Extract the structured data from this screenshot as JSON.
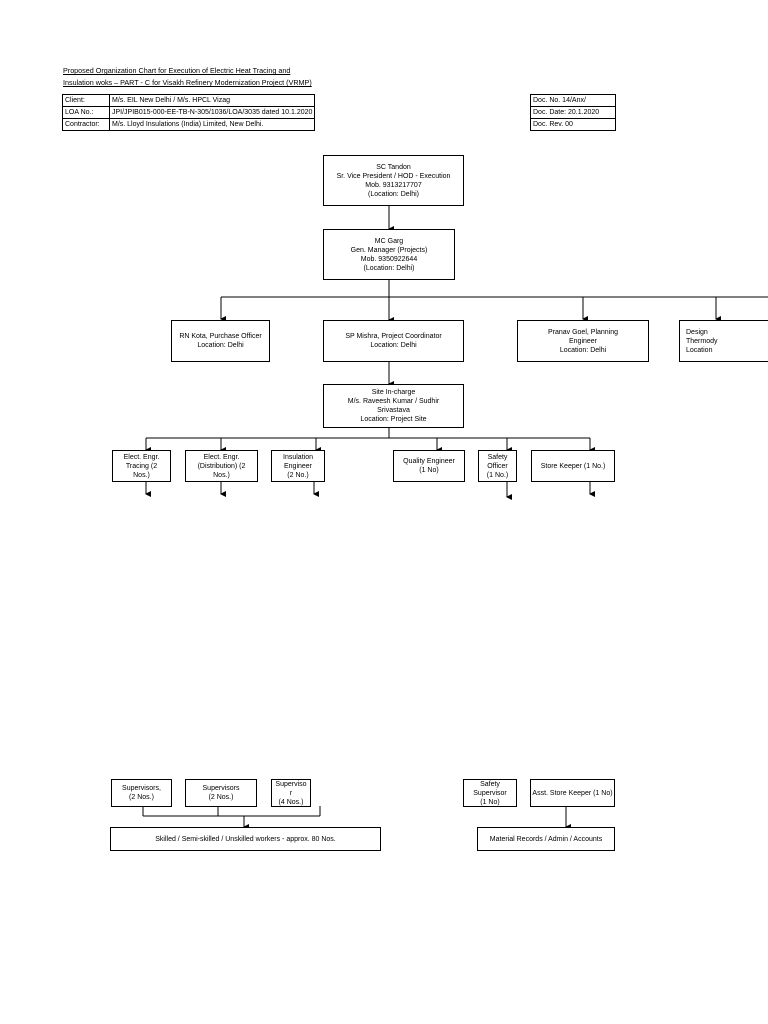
{
  "header": {
    "title_line1": "Proposed Organization Chart for Execution of Electric Heat Tracing and",
    "title_line2": "Insulation woks – PART - C for Visakh Refinery Modernization Project (VRMP)"
  },
  "info_table": {
    "client_label": "Client:",
    "client_value": "M/s. EIL New Delhi / M/s. HPCL Vizag",
    "loa_label": "LOA No.:",
    "loa_value": "JPI/JPIB015-000-EE-TB-N-305/1036/LOA/3035 dated 10.1.2020",
    "contractor_label": "Contractor:",
    "contractor_value": "M/s. Lloyd Insulations (India) Limited, New Delhi."
  },
  "doc_table": {
    "doc_no": "Doc. No. 14/Anx/",
    "doc_date": "Doc. Date: 20.1.2020",
    "doc_rev": "Doc. Rev. 00"
  },
  "nodes": {
    "tandon": {
      "l1": "SC Tandon",
      "l2": "Sr. Vice President / HOD - Execution",
      "l3": "Mob. 9313217707",
      "l4": "(Location: Delhi)"
    },
    "garg": {
      "l1": "MC Garg",
      "l2": "Gen. Manager (Projects)",
      "l3": "Mob. 9350922644",
      "l4": "(Location: Delhi)"
    },
    "kota": {
      "l1": "RN Kota, Purchase Officer",
      "l2": "Location: Delhi"
    },
    "mishra": {
      "l1": "SP Mishra, Project Coordinator",
      "l2": "Location: Delhi"
    },
    "goel": {
      "l1": "Pranav Goel, Planning",
      "l2": "Engineer",
      "l3": "Location: Delhi"
    },
    "design": {
      "l1": "Design",
      "l2": "Thermody",
      "l3": "Location"
    },
    "site": {
      "l1": "Site In-charge",
      "l2": "M/s. Raveesh Kumar / Sudhir",
      "l3": "Srivastava",
      "l4": "Location: Project Site"
    },
    "tracing": {
      "l1": "Elect. Engr.",
      "l2": "Tracing (2",
      "l3": "Nos.)"
    },
    "distribution": {
      "l1": "Elect. Engr.",
      "l2": "(Distribution) (2",
      "l3": "Nos.)"
    },
    "insulation": {
      "l1": "Insulation",
      "l2": "Engineer",
      "l3": "(2 No.)"
    },
    "quality": {
      "l1": "Quality Engineer",
      "l2": "(1 No)"
    },
    "safety": {
      "l1": "Safety",
      "l2": "Officer",
      "l3": "(1 No.)"
    },
    "store": {
      "l1": "Store Keeper (1 No.)"
    },
    "sup1": {
      "l1": "Supervisors,",
      "l2": "(2 Nos.)"
    },
    "sup2": {
      "l1": "Supervisors",
      "l2": "(2 Nos.)"
    },
    "sup3": {
      "l1": "Superviso",
      "l2": "r",
      "l3": "(4 Nos.)"
    },
    "safety_sup": {
      "l1": "Safety",
      "l2": "Supervisor",
      "l3": "(1 No)"
    },
    "asst_store": {
      "l1": "Asst. Store Keeper (1 No)"
    },
    "workers": {
      "l1": "Skilled / Semi-skilled / Unskilled workers - approx. 80 Nos."
    },
    "records": {
      "l1": "Material Records / Admin / Accounts"
    }
  }
}
